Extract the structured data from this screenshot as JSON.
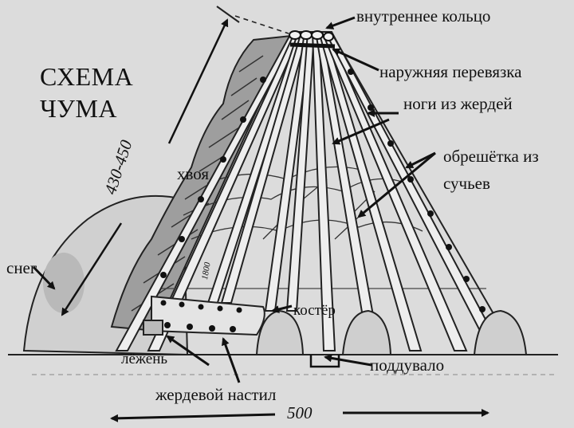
{
  "title_line1": "СХЕМА",
  "title_line2": "ЧУМА",
  "labels": {
    "inner_ring": "внутреннее кольцо",
    "outer_tie": "наружняя перевязка",
    "poles": "ноги из жердей",
    "lathing_line1": "обрешётка из",
    "lathing_line2": "сучьев",
    "needles": "хвоя",
    "snow": "снег",
    "fire": "костёр",
    "bed": "лёжень",
    "floor": "жердевой настил",
    "draft": "поддувало"
  },
  "dimensions": {
    "height": "430-450",
    "width": "500",
    "inner": "1800"
  },
  "colors": {
    "background": "#dcdcdc",
    "ink": "#151515"
  }
}
